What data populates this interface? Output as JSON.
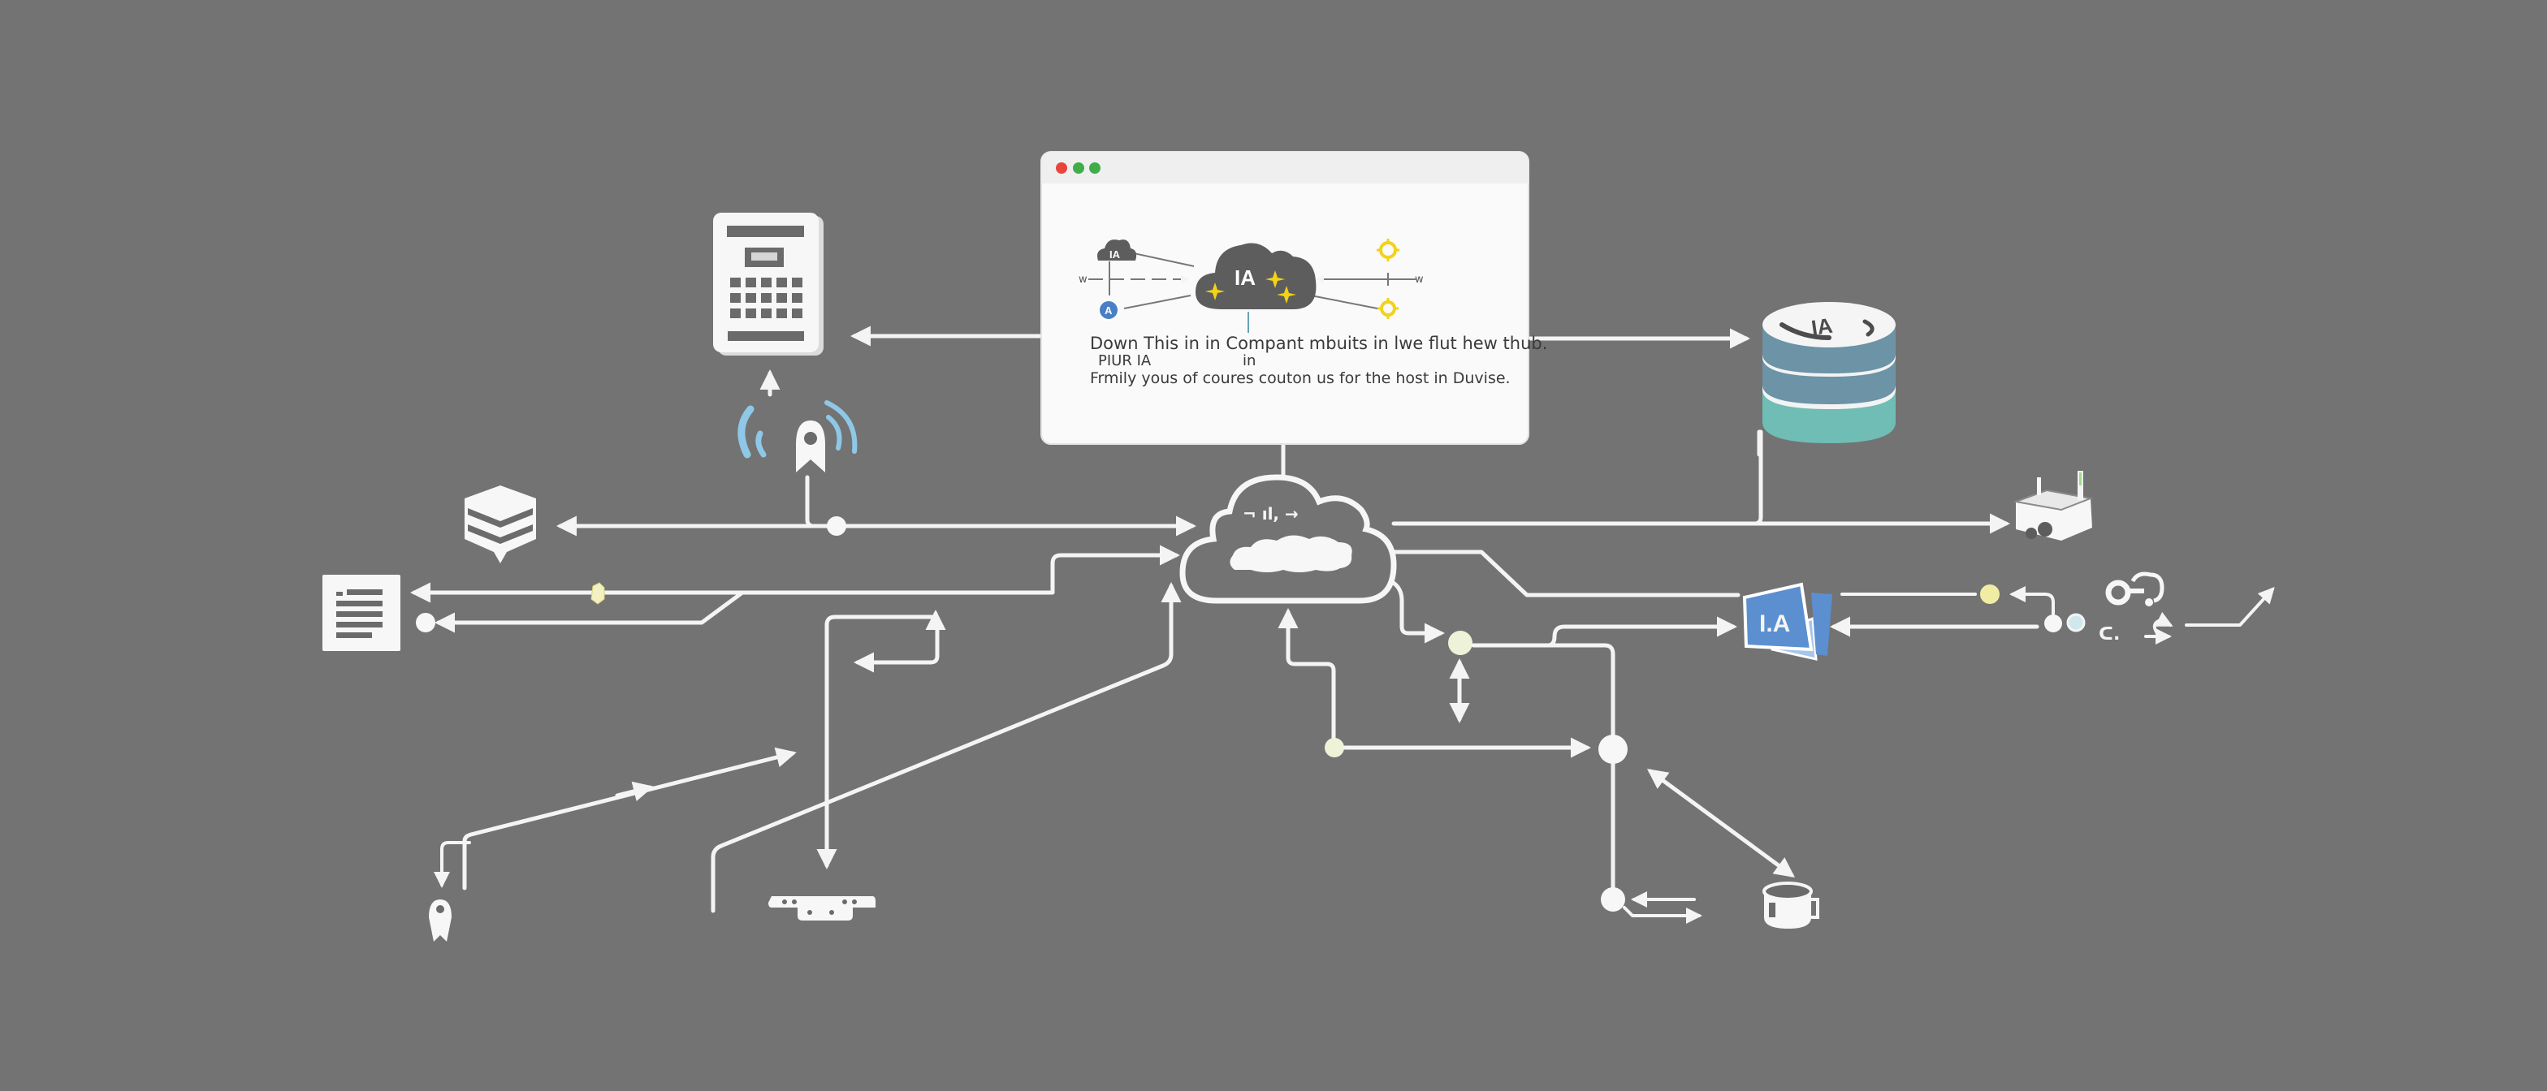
{
  "diagram": {
    "title": "AI cloud hub network diagram",
    "background_color": "#737373",
    "browser_window": {
      "traffic_lights": [
        {
          "name": "close",
          "color": "#e8453c"
        },
        {
          "name": "minimize",
          "color": "#3fae4a"
        },
        {
          "name": "maximize",
          "color": "#3fae4a"
        }
      ],
      "inner_diagram": {
        "central_cloud_label": "IA",
        "small_cloud_label": "IA",
        "blue_node_label": "A",
        "left_edge_label": "w",
        "right_edge_label": "w",
        "accent_yellow": "#f2d21b",
        "accent_blue": "#4a7fc4"
      },
      "text_lines": {
        "line1": "Down This in in Compant mbuits in lwe flut hew thub.",
        "line2_left": "PIUR IA",
        "line2_center": "in",
        "line3": "Frmily yous of coures couton us for the host in Duvise."
      }
    },
    "nodes": {
      "database_label": "IA",
      "document_stack_label": "I.A",
      "database_colors": {
        "top": "#f5f5f5",
        "band": "#6c93a6",
        "base": "#6fbdb5"
      },
      "stack_color": "#5b8fd0",
      "wifi_color": "#8fc8e6",
      "hub_cloud_glyphs": "¬ ıl, →",
      "junction_color_pale": "#eef2d8",
      "junction_color_yellow": "#f1eca4",
      "junction_color_cyan": "#cfe8ee",
      "antenna_color": "#9fdc8f"
    },
    "misc_labels": {
      "bottom_right_glyph": "ᑕ."
    }
  }
}
